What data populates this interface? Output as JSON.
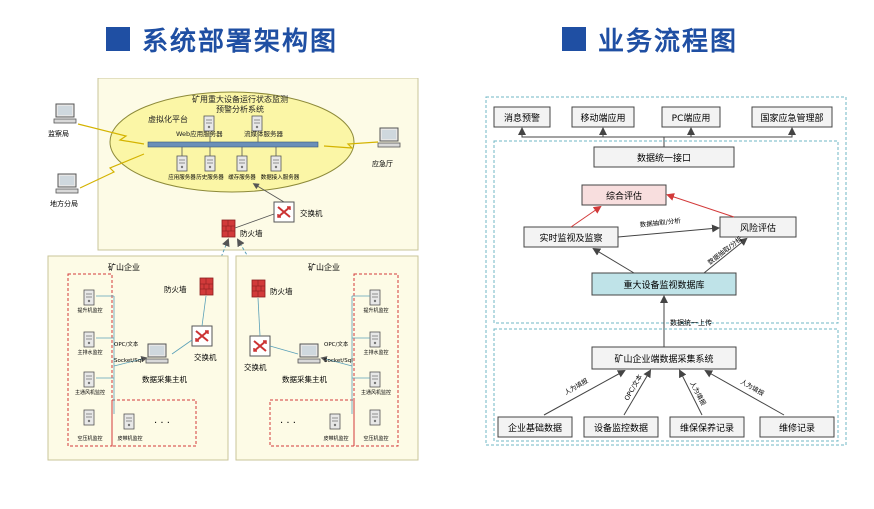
{
  "left": {
    "heading": "系统部署架构图",
    "title_line1": "矿用重大设备运行状态监测",
    "title_line2": "预警分析系统",
    "virtual_platform": "虚拟化平台",
    "web_server": "Web应用服务器",
    "stream_server": "流媒体服务器",
    "servers": [
      "应用服务器",
      "历史服务器",
      "缓存服务器",
      "数据接入服务器"
    ],
    "monitor_bureau": "监察局",
    "local_branch": "地方分局",
    "emergency_office": "应急厅",
    "switch": "交换机",
    "firewall": "防火墙",
    "mine_enterprise": "矿山企业",
    "collector_host": "数据采集主机",
    "opc_label": "OPC/文本",
    "socket_label": "Socket/Sql",
    "devices_a": [
      "提升机监控",
      "主排水监控",
      "主通风机监控",
      "空压机监控"
    ],
    "belt_monitor": "皮带机监控",
    "devices_b": [
      "提升机监控",
      "主排水监控",
      "主通风机监控",
      "空压机监控"
    ],
    "dots": "· · ·"
  },
  "right": {
    "heading": "业务流程图",
    "top_boxes": [
      "消息预警",
      "移动端应用",
      "PC端应用",
      "国家应急管理部"
    ],
    "unified_interface": "数据统一接口",
    "comprehensive_eval": "综合评估",
    "realtime_monitor": "实时监视及监察",
    "risk_eval": "风险评估",
    "extract_analysis_1": "数据抽取/分析",
    "extract_analysis_2": "数据抽取/分析",
    "database": "重大设备监视数据库",
    "unified_upload": "数据统一上传",
    "collection_system": "矿山企业端数据采集系统",
    "bottom_boxes": [
      "企业基础数据",
      "设备监控数据",
      "维保保养记录",
      "维修记录"
    ],
    "arrow_labels": [
      "人为填报",
      "OPC/文本",
      "人为填报",
      "人为填报"
    ]
  },
  "colors": {
    "heading_blue": "#1f4fa3",
    "platform_yellow": "#fbf6a6",
    "zone_fill": "#fdfbe6",
    "box_fill": "#f3f3f3",
    "red_dash": "#d23a3a",
    "teal_dash": "#6fb7c4",
    "database_teal": "#bfe3e8",
    "comprehensive_pink": "#f8dede"
  }
}
